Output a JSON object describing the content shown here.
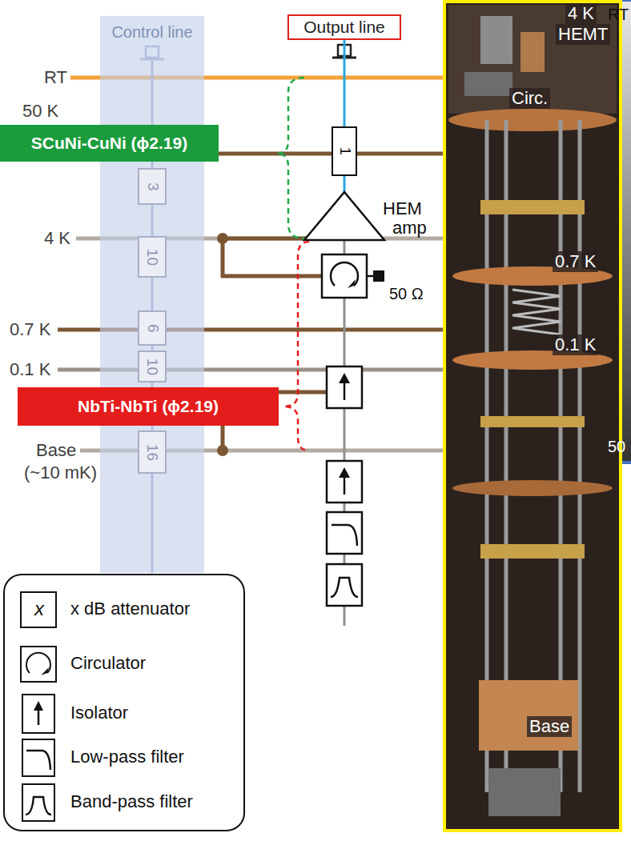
{
  "diagram": {
    "nodes": [
      {
        "text": [
          "Control line"
        ]
      },
      {
        "text": [
          "3"
        ],
        "in": 0
      },
      {
        "text": [
          "10"
        ],
        "in": 0
      },
      {
        "text": [
          "6"
        ],
        "in": 0
      },
      {
        "text": [
          "10"
        ],
        "in": 0
      },
      {
        "text": [
          "16"
        ],
        "in": 0
      },
      {
        "text": [
          "Output line"
        ]
      },
      {
        "text": [
          "1"
        ]
      },
      {
        "text": [
          "SCuNi-CuNi (ϕ2.19)"
        ]
      },
      {
        "text": [
          "NbTi-NbTi (ϕ2.19)"
        ]
      }
    ],
    "edges": [
      {
        "from": 1,
        "to": 2,
        "arrow": "none"
      },
      {
        "from": 2,
        "to": 3,
        "arrow": "none"
      },
      {
        "from": 3,
        "to": 4,
        "arrow": "none"
      },
      {
        "from": 4,
        "to": 5,
        "arrow": "none"
      },
      {
        "from": 6,
        "to": 7,
        "arrow": "none"
      }
    ],
    "labels": [
      "RT",
      "50 K",
      "4 K",
      "0.7 K",
      "0.1 K",
      "Base",
      "(~10 mK)",
      "HEM",
      "amp",
      "50 Ω",
      "x",
      "4 K",
      "HEMT",
      "Circ.",
      "0.7 K",
      "0.1 K",
      "Base",
      "RT",
      "50"
    ],
    "legend": [
      {
        "text": "x dB attenuator"
      },
      {
        "text": "Circulator"
      },
      {
        "text": "Isolator"
      },
      {
        "text": "Low-pass filter"
      },
      {
        "text": "Band-pass filter"
      }
    ]
  }
}
